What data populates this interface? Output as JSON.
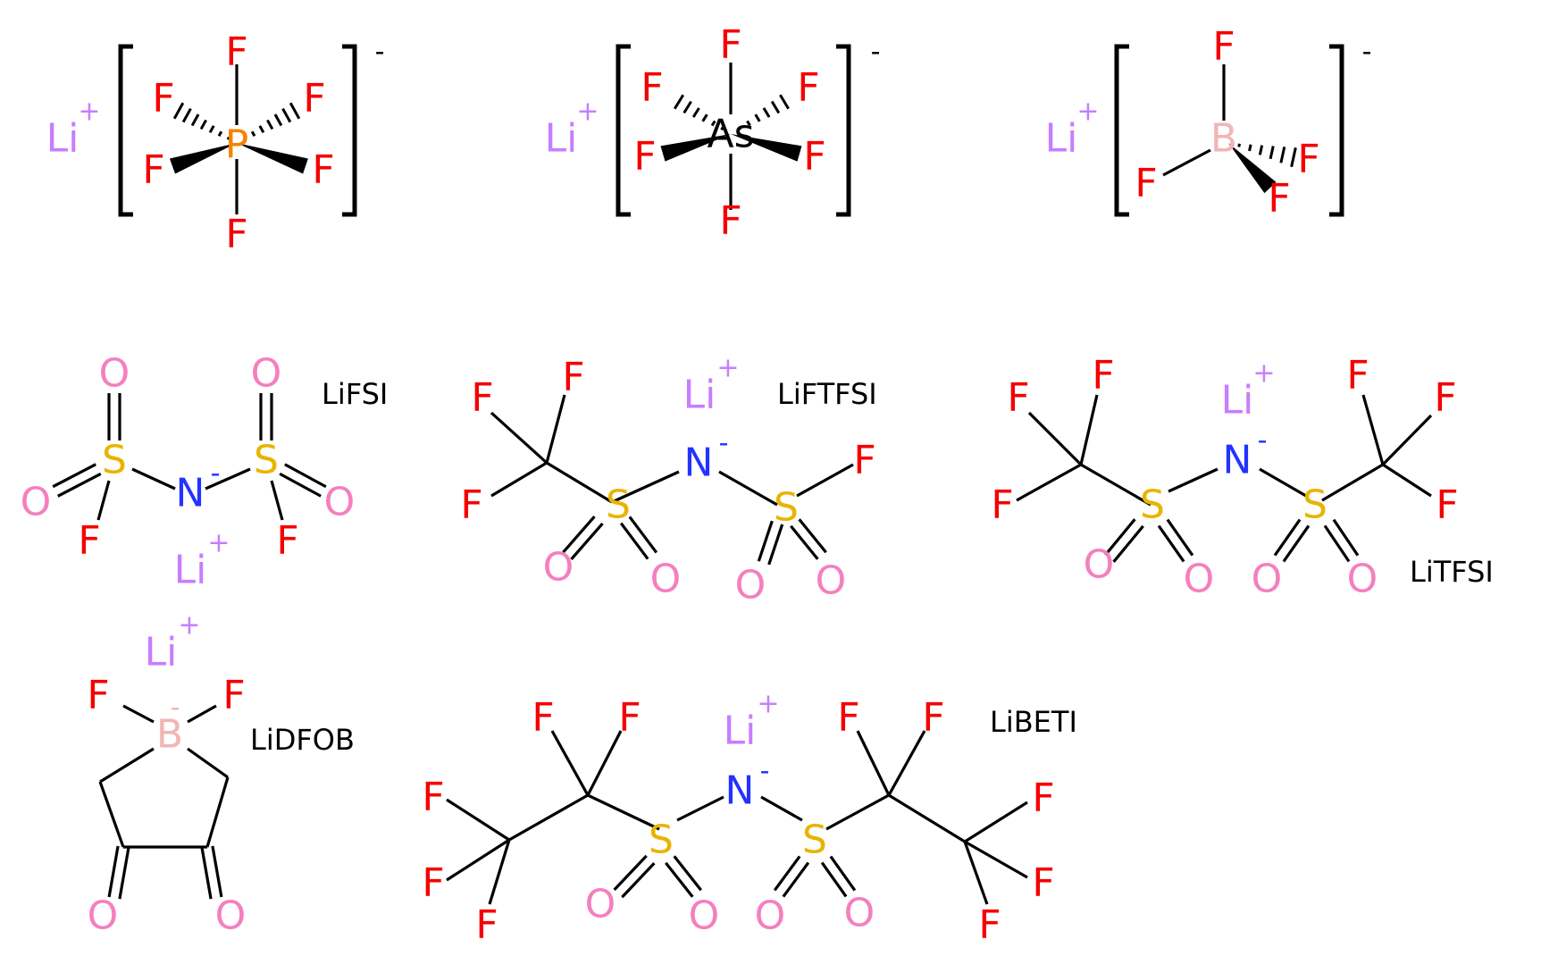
{
  "colors": {
    "F": "#f50000",
    "O": "#f57fbe",
    "S": "#e8b400",
    "N": "#2233ff",
    "Li": "#c77dff",
    "P": "#f58300",
    "B": "#f2b5b5",
    "As": "#000000",
    "bond": "#000000"
  },
  "elements": {
    "F": "F",
    "O": "O",
    "S": "S",
    "N": "N",
    "Li": "Li",
    "P": "P",
    "B": "B",
    "As": "As"
  },
  "charges": {
    "plus": "+",
    "minus": "-"
  },
  "compounds": {
    "lipf6": {
      "name": ""
    },
    "liasf6": {
      "name": ""
    },
    "libf4": {
      "name": ""
    },
    "lifsi": {
      "name": "LiFSI"
    },
    "liftfsi": {
      "name": "LiFTFSI"
    },
    "litfsi": {
      "name": "LiTFSI"
    },
    "lidfob": {
      "name": "LiDFOB"
    },
    "libeti": {
      "name": "LiBETI"
    }
  },
  "icons": {
    "wedge_bond": "solid-wedge",
    "hash_bond": "hashed-wedge",
    "bracket": "square-bracket"
  }
}
